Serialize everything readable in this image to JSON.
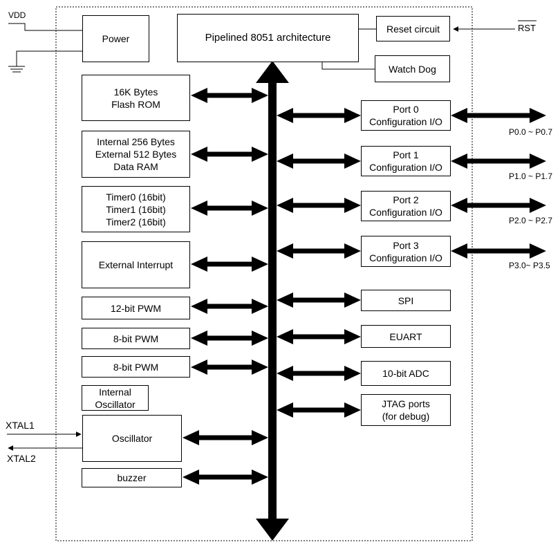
{
  "blocks": {
    "power": "Power",
    "cpu": "Pipelined 8051 architecture",
    "reset": "Reset circuit",
    "watchdog": "Watch Dog",
    "flash": "16K Bytes\nFlash ROM",
    "ram": "Internal 256 Bytes\nExternal 512 Bytes\nData RAM",
    "timers": "Timer0 (16bit)\nTimer1 (16bit)\nTimer2 (16bit)",
    "ext_int": "External Interrupt",
    "pwm12": "12-bit PWM",
    "pwm8a": "8-bit PWM",
    "pwm8b": "8-bit PWM",
    "int_osc": "Internal\nOscillator",
    "osc": "Oscillator",
    "buzzer": "buzzer",
    "port0": "Port 0\nConfiguration I/O",
    "port1": "Port 1\nConfiguration I/O",
    "port2": "Port 2\nConfiguration I/O",
    "port3": "Port 3\nConfiguration I/O",
    "spi": "SPI",
    "euart": "EUART",
    "adc": "10-bit ADC",
    "jtag": "JTAG ports\n(for debug)"
  },
  "signals": {
    "vdd": "VDD",
    "rst": "RST",
    "xtal1": "XTAL1",
    "xtal2": "XTAL2",
    "p0": "P0.0 ~ P0.7",
    "p1": "P1.0 ~ P1.7",
    "p2": "P2.0 ~ P2.7",
    "p3": "P3.0~ P3.5"
  }
}
